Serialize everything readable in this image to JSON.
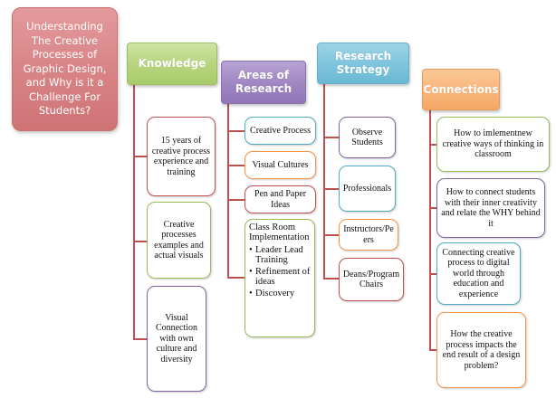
{
  "title": "Understanding The Creative Processes of Graphic Design, and Why is it a Challenge For Students?",
  "colors": {
    "connector": "#c0504d",
    "main": "#d98486",
    "knowledge": "#b6d47d",
    "areas": "#9f86c2",
    "strategy": "#7ec4dd",
    "connections": "#f8b57b"
  },
  "columns": {
    "knowledge": {
      "label": "Knowledge",
      "items": [
        "15 years of creative process experience and training",
        "Creative processes examples and actual visuals",
        "Visual Connection with own culture and diversity"
      ]
    },
    "areas": {
      "label": "Areas of Research",
      "items": [
        "Creative Process",
        "Visual Cultures",
        "Pen and Paper Ideas"
      ],
      "classroom": {
        "heading": "Class Room Implementation",
        "bullets": [
          "Leader Lead Training",
          "Refinement of ideas",
          "Discovery"
        ]
      }
    },
    "strategy": {
      "label": "Research Strategy",
      "items": [
        "Observe Students",
        "Professionals",
        "Instructors/Peers",
        "Deans/Program Chairs"
      ]
    },
    "connections": {
      "label": "Connections",
      "items": [
        "How to imlementnew creative ways of thinking in classroom",
        "How to connect students with their inner creativity and relate the WHY behind it",
        "Connecting creative process to digital world through education and experience",
        "How the creative process impacts the end result of a design problem?"
      ]
    }
  }
}
